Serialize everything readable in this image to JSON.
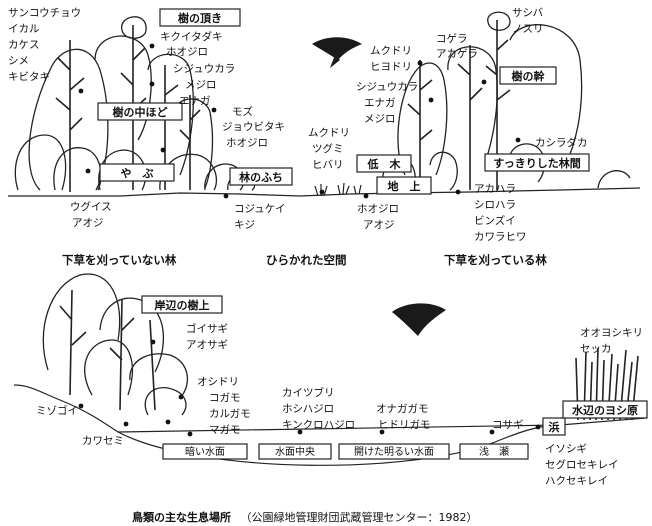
{
  "panel_top": {
    "captions": {
      "left": "下草を刈っていない林",
      "middle": "ひらかれた空間",
      "right": "下草を刈っている林"
    },
    "habitats": {
      "canopy": "樹の頂き",
      "mid_tree": "樹の中ほど",
      "bush": "や　ぶ",
      "forest_edge": "林のふち",
      "low_tree": "低　木",
      "ground": "地　上",
      "trunk": "樹の幹",
      "clear_understory": "すっきりした林間"
    },
    "birds": {
      "left_top": [
        "サンコウチョウ",
        "イカル",
        "カケス",
        "シメ",
        "キビタキ"
      ],
      "canopy": [
        "キクイタダキ",
        "ホオジロ"
      ],
      "mid": [
        "シジュウカラ",
        "メジロ",
        "エナガ"
      ],
      "mid_right": [
        "モズ",
        "ジョウビタキ",
        "ホオジロ"
      ],
      "bush_below": [
        "ウグイス",
        "アオジ"
      ],
      "edge_below": [
        "コジュケイ",
        "キジ"
      ],
      "open_space": [
        "ムクドリ",
        "ツグミ",
        "ヒバリ"
      ],
      "right_upper_left": [
        "ムクドリ",
        "ヒヨドリ"
      ],
      "right_mid": [
        "シジュウカラ",
        "エナガ",
        "メジロ"
      ],
      "woodpeckers": [
        "コゲラ",
        "アカゲラ"
      ],
      "raptors": [
        "サシバ",
        "ノスリ"
      ],
      "jay": [
        "カシラダカ"
      ],
      "ground_below": [
        "ホオジロ",
        "アオジ"
      ],
      "thrushes": [
        "アカハラ",
        "シロハラ",
        "ビンズイ",
        "カワラヒワ"
      ]
    }
  },
  "panel_bottom": {
    "habitats": {
      "shore_tree": "岸辺の樹上",
      "beach": "浜",
      "reed": "水辺のヨシ原"
    },
    "zones": [
      "暗い水面",
      "水面中央",
      "開けた明るい水面",
      "浅　瀬"
    ],
    "birds": {
      "herons": [
        "ゴイサギ",
        "アオサギ"
      ],
      "goi": [
        "ミゾゴイ"
      ],
      "kingfisher": [
        "カワセミ"
      ],
      "ducks_dark": [
        "オシドリ",
        "コガモ",
        "カルガモ",
        "マガモ"
      ],
      "center": [
        "カイツブリ",
        "ホシハジロ",
        "キンクロハジロ"
      ],
      "open": [
        "オナガガモ",
        "ヒドリガモ"
      ],
      "shallow": [
        "コサギ"
      ],
      "reed_birds": [
        "オオヨシキリ",
        "セッカ"
      ],
      "waders": [
        "イソシギ",
        "セグロセキレイ",
        "ハクセキレイ"
      ]
    }
  },
  "footer": {
    "title": "鳥類の主な生息場所",
    "source": "（公園緑地管理財団武蔵管理センター：1982）"
  }
}
